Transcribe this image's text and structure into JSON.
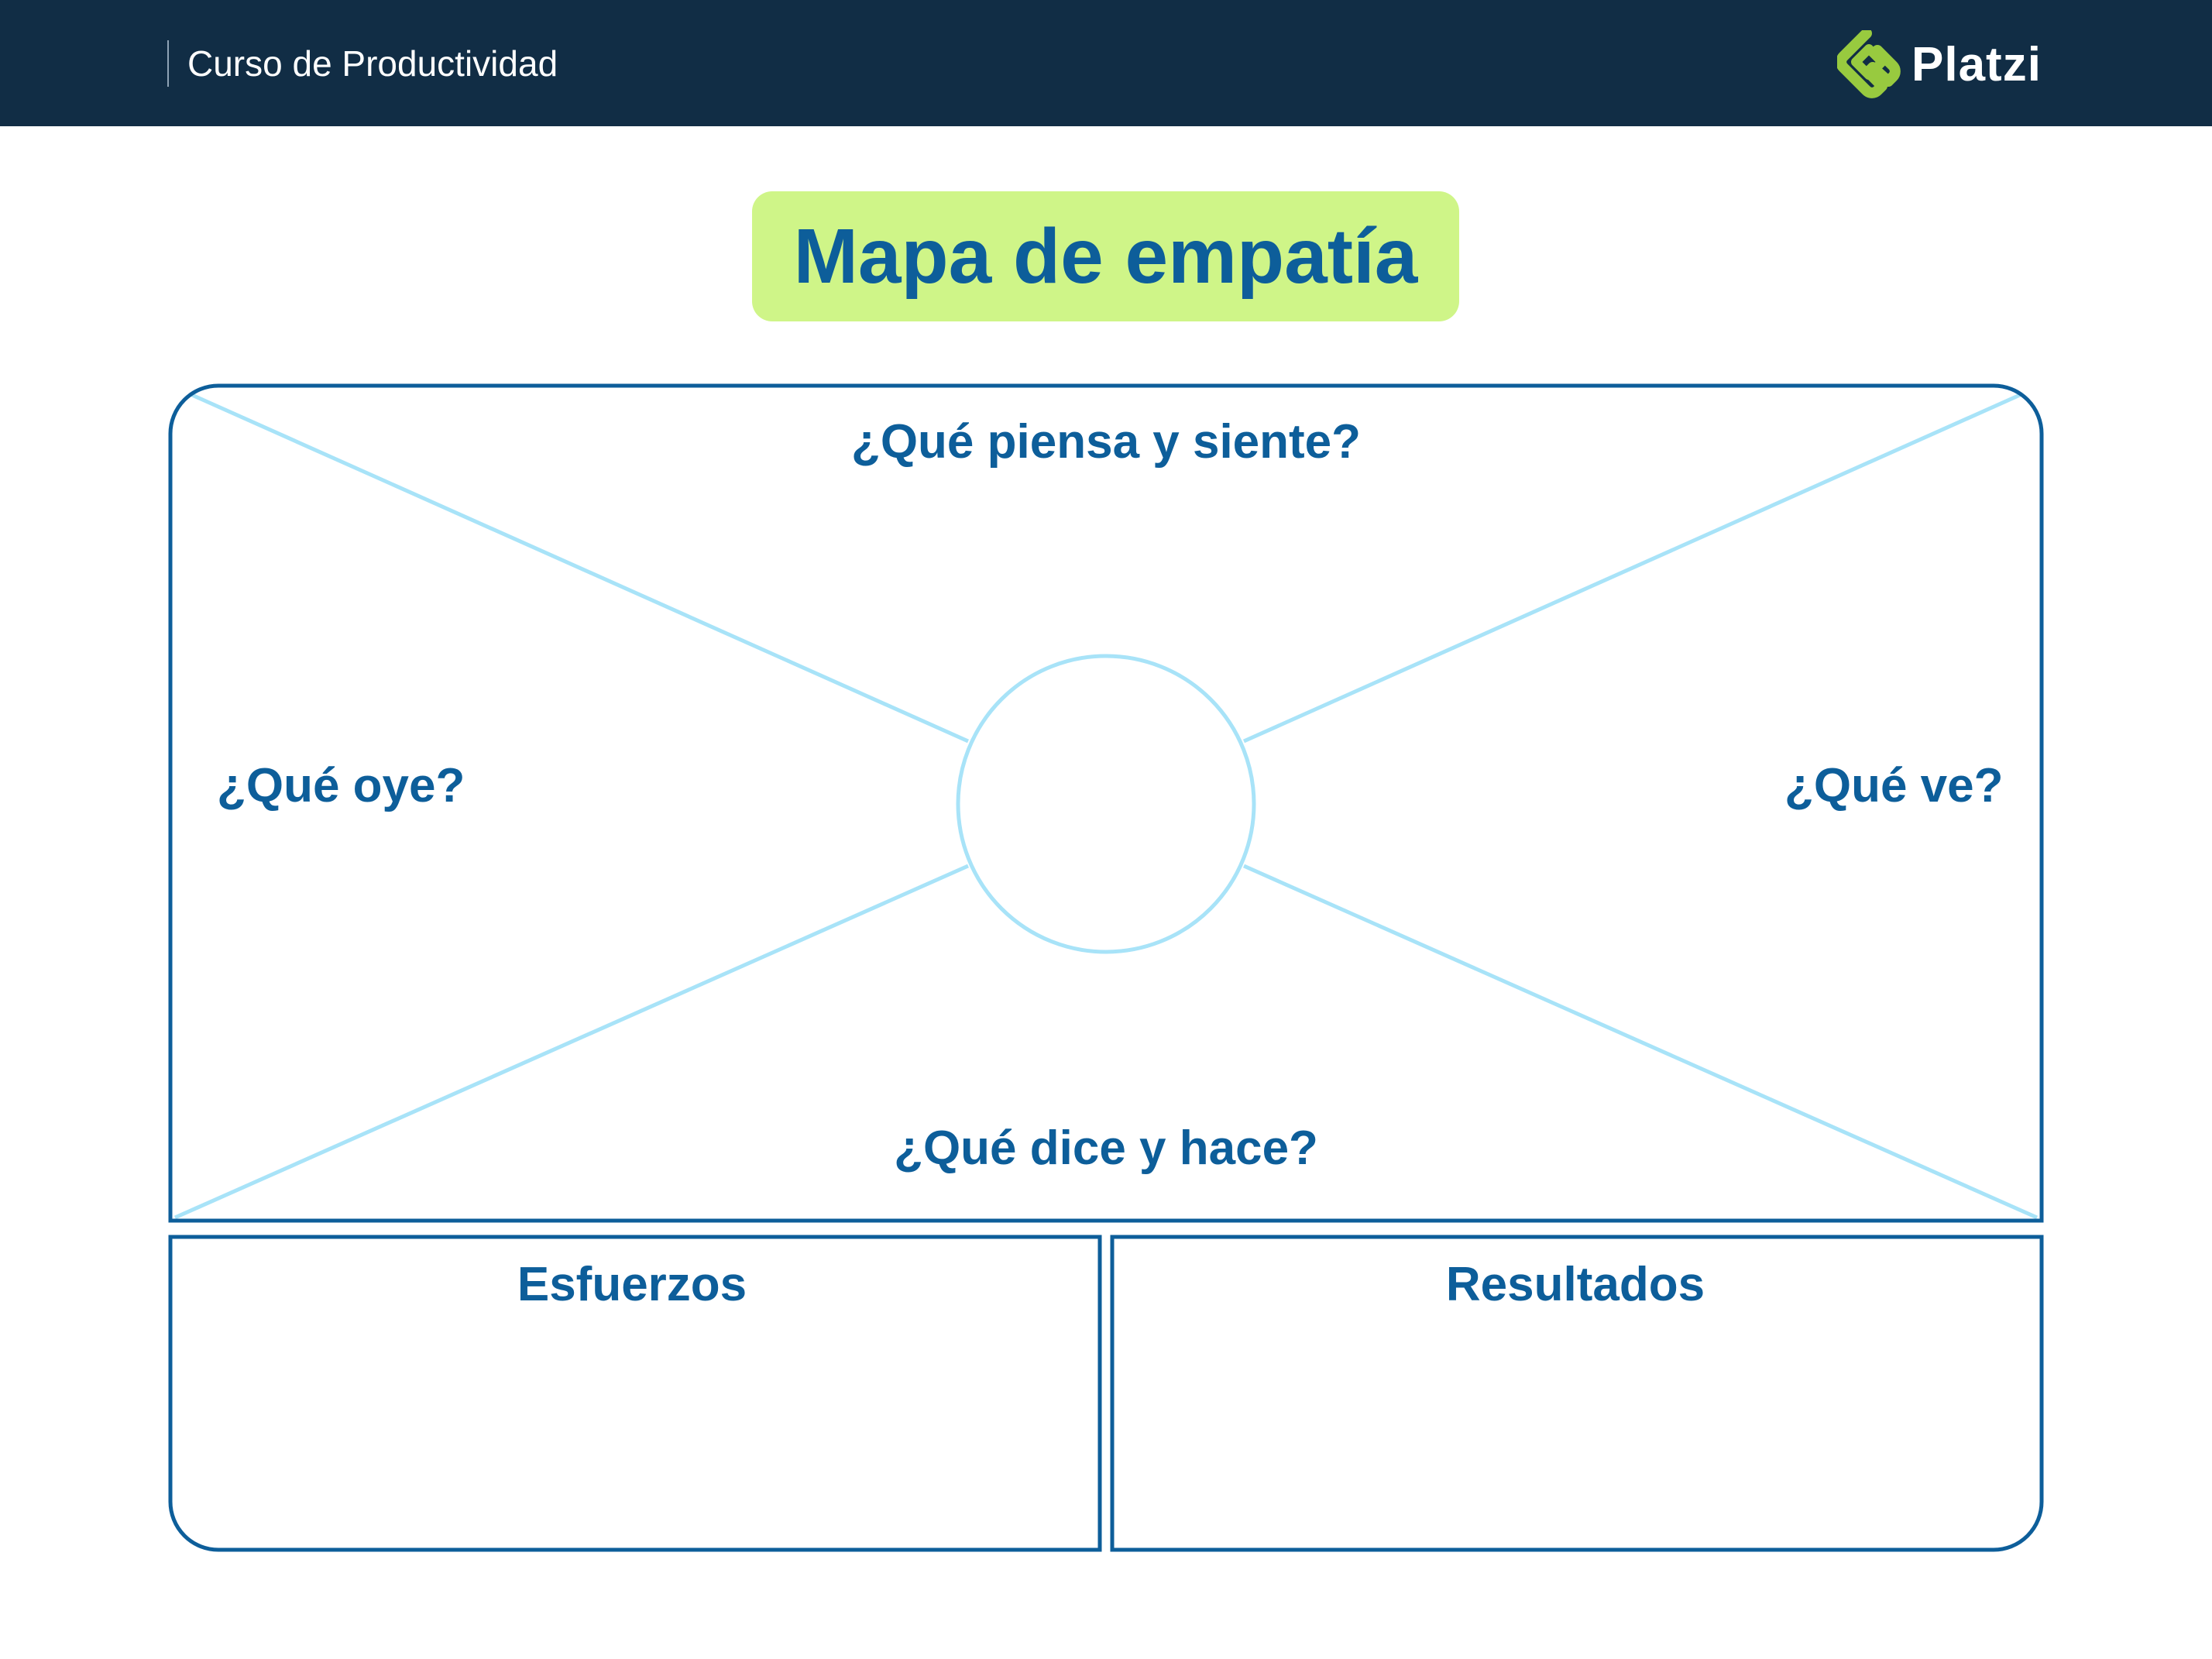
{
  "header": {
    "course_title": "Curso de Productividad",
    "brand_name": "Platzi",
    "logo_icon": "platzi-logo-icon",
    "background_color": "#112d45",
    "logo_color": "#98ca3f"
  },
  "title": {
    "text": "Mapa de empatía",
    "background_color": "#cff588",
    "text_color": "#0d5e9a"
  },
  "map": {
    "quadrants": {
      "top": "¿Qué piensa y siente?",
      "left": "¿Qué oye?",
      "right": "¿Qué ve?",
      "bottom": "¿Qué dice y hace?"
    },
    "outline_color": "#0d5e9a",
    "guide_color": "#a8e3f8"
  },
  "bottom_panels": {
    "left": "Esfuerzos",
    "right": "Resultados"
  }
}
